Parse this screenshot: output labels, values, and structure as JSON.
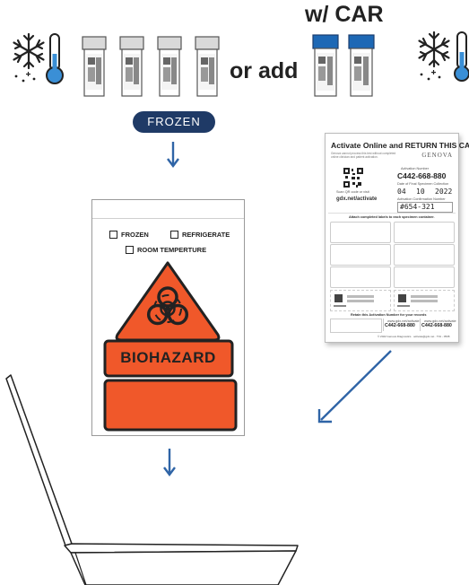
{
  "labels": {
    "with_car": "w/ CAR",
    "or_add": "or add",
    "frozen_pill": "FROZEN"
  },
  "bag": {
    "options": [
      "FROZEN",
      "REFRIGERATE",
      "ROOM TEMPERTURE"
    ],
    "warning": "BIOHAZARD"
  },
  "card": {
    "title": "Activate Online and RETURN THIS CARD",
    "brand": "GENOVA",
    "subtitle": "Genova cannot process this test without completed online clinician and patient activation.",
    "activation_label": "Activation Number",
    "activation_number": "C442-668-880",
    "date_label": "Date of Final Specimen Collection",
    "date_month": "04",
    "date_day": "10",
    "date_year": "2022",
    "confirmation_label": "Activation Confirmation Number",
    "confirmation_number": "#654-321",
    "scan_text": "Scan QR code or visit",
    "url": "gdx.net/activate",
    "attach_text": "Attach completed labels to each specimen container.",
    "retain_text": "Retain this Activation Number for your records",
    "stub_url": "www.gdx.net/activate",
    "stub_number_1": "C442-668-880",
    "stub_number_2": "C442-668-880",
    "footer": "© 2022 Genova Diagnostics · activate@gdx.net · T01 - 0508"
  },
  "icons": [
    "snowflake-icon",
    "thermometer-icon",
    "test-tube-icon",
    "blue-cap-tube-icon",
    "biohazard-icon",
    "down-arrow-icon",
    "diagonal-arrow-icon",
    "shipping-box-icon"
  ],
  "colors": {
    "navy": "#1f3a66",
    "arrow_blue": "#2f64a6",
    "thermo_blue": "#3a8fd6",
    "biohazard_orange": "#f0582a",
    "cap_gray": "#d9d9d9",
    "cap_blue": "#1d68b5"
  }
}
